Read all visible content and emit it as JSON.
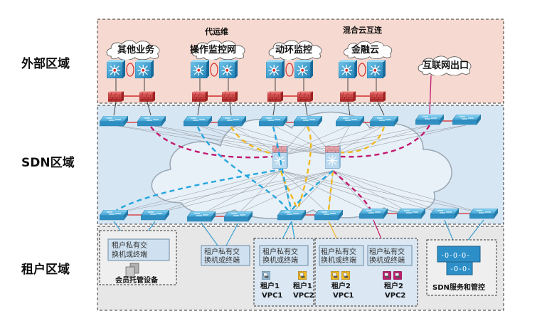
{
  "zones": {
    "external": "外部区域",
    "sdn": "SDN区域",
    "tenant": "租户区域"
  },
  "external": {
    "top_labels": {
      "proxy_ops": "代运维",
      "hybrid_cloud": "混合云互连"
    },
    "clouds": [
      "其他业务",
      "操作监控网",
      "动环监控",
      "金融云",
      "互联网出口"
    ]
  },
  "tenant": {
    "access_label": "租户私有交换机或终端",
    "hosting_label": "会员托管设备",
    "vpcs": [
      {
        "tenant": "租户1",
        "vpc": "VPC1"
      },
      {
        "tenant": "租户1",
        "vpc": "VPC2"
      },
      {
        "tenant": "租户2",
        "vpc": "VPC1"
      },
      {
        "tenant": "租户2",
        "vpc": "VPC2"
      }
    ],
    "sdn_service": "SDN服务和管控"
  },
  "colors": {
    "external_bg": "#f6d9d0",
    "sdn_bg": "#d7e6f3",
    "tenant_bg": "#e7e7e7",
    "switch": "#3a9fd1",
    "firewall": "#d43b3b",
    "magenta_path": "#c2196f",
    "yellow_path": "#f0b81f",
    "cyan_path": "#25a6de"
  }
}
